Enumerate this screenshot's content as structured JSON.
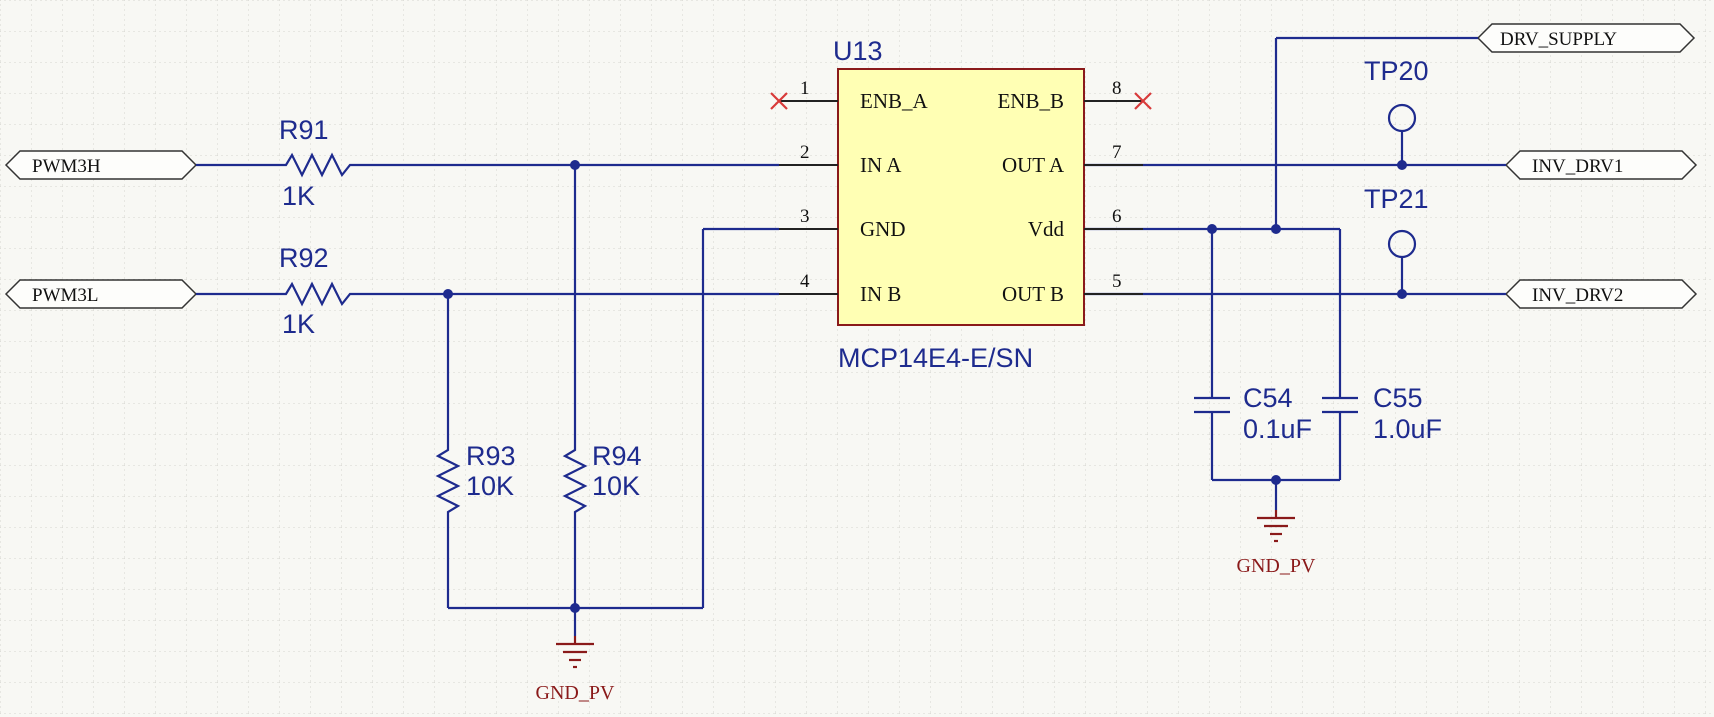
{
  "colors": {
    "wire": "#1e2b8e",
    "ic_fill": "#ffffb4",
    "ic_border": "#8a1a1a",
    "ground": "#8a1a1a",
    "no_connect": "#d83a3a",
    "background": "#f8f8f4",
    "grid": "#d6d6d0"
  },
  "ic": {
    "designator": "U13",
    "part": "MCP14E4-E/SN",
    "pins_left": [
      {
        "num": "1",
        "name": "ENB_A"
      },
      {
        "num": "2",
        "name": "IN A"
      },
      {
        "num": "3",
        "name": "GND"
      },
      {
        "num": "4",
        "name": "IN B"
      }
    ],
    "pins_right": [
      {
        "num": "8",
        "name": "ENB_B"
      },
      {
        "num": "7",
        "name": "OUT A"
      },
      {
        "num": "6",
        "name": "Vdd"
      },
      {
        "num": "5",
        "name": "OUT B"
      }
    ]
  },
  "resistors": [
    {
      "ref": "R91",
      "value": "1K"
    },
    {
      "ref": "R92",
      "value": "1K"
    },
    {
      "ref": "R93",
      "value": "10K"
    },
    {
      "ref": "R94",
      "value": "10K"
    }
  ],
  "capacitors": [
    {
      "ref": "C54",
      "value": "0.1uF"
    },
    {
      "ref": "C55",
      "value": "1.0uF"
    }
  ],
  "test_points": [
    "TP20",
    "TP21"
  ],
  "ports": {
    "pwm_high": "PWM3H",
    "pwm_low": "PWM3L",
    "drv_supply": "DRV_SUPPLY",
    "inv_drv1": "INV_DRV1",
    "inv_drv2": "INV_DRV2"
  },
  "grounds": {
    "left": "GND_PV",
    "right": "GND_PV"
  },
  "icons": {
    "no_connect": "x-mark-icon",
    "ground": "ground-symbol-icon",
    "test_point": "test-point-circle-icon"
  }
}
